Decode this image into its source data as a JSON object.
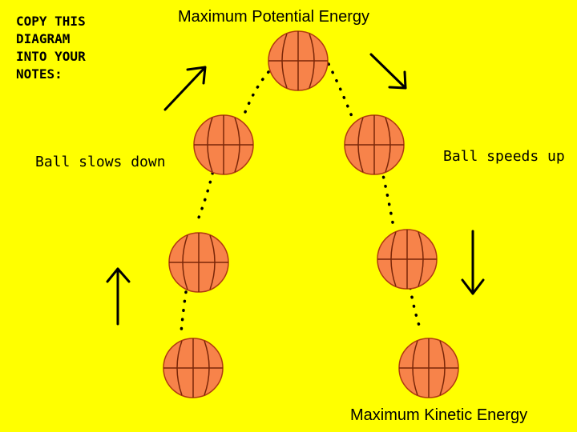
{
  "note": "COPY THIS\nDIAGRAM\nINTO YOUR\nNOTES:",
  "top_label": "Maximum Potential Energy",
  "bottom_label": "Maximum Kinetic Energy",
  "left_label": "Ball slows down",
  "right_label": "Ball speeds up",
  "colors": {
    "background": "#ffff00",
    "ball": "#f7834a",
    "ball_outline": "#b03a10",
    "ink": "#000000"
  }
}
